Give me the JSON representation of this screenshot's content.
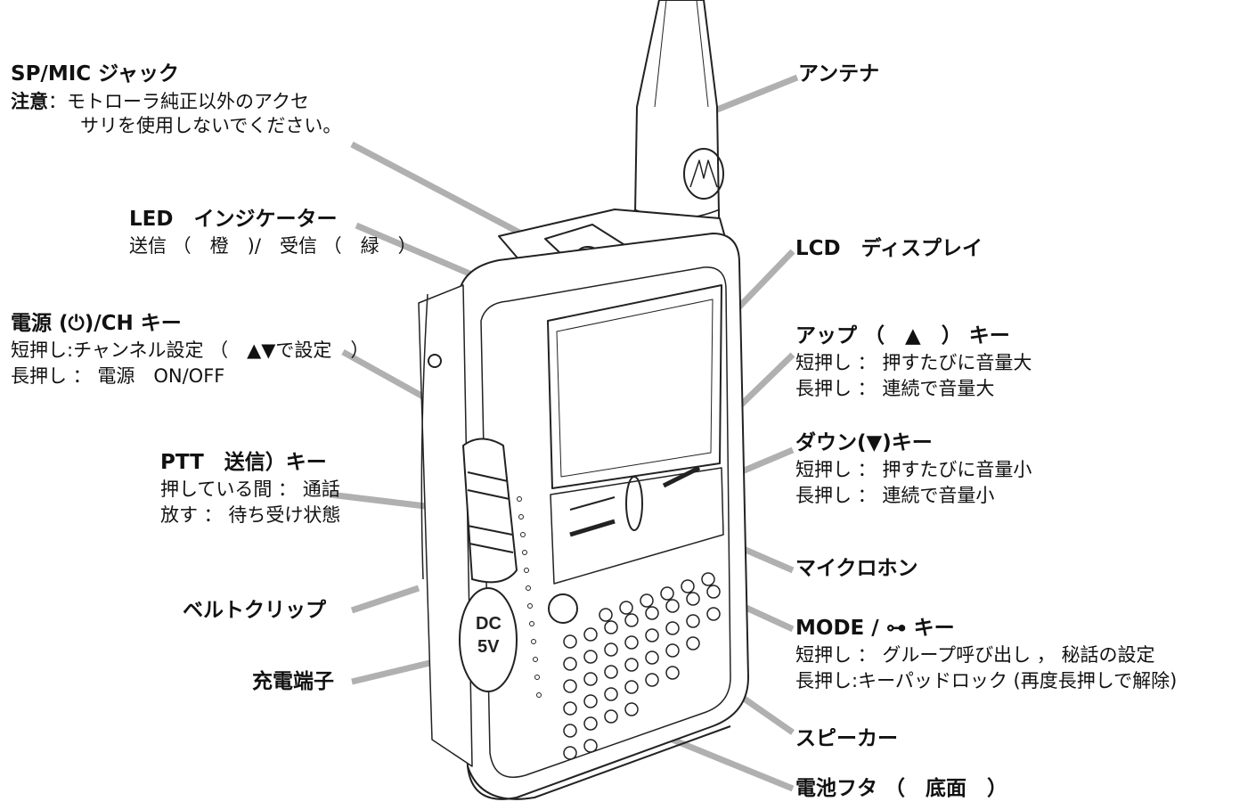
{
  "labels": {
    "sp_mic": {
      "title": "SP/MIC ジャック",
      "note_head": "注意",
      "note_line1": "：モトローラ純正以外のアクセ",
      "note_line2": "サリを使用しないでください。"
    },
    "led": {
      "title": "LED　インジケーター",
      "desc": "送信 （　橙　)/　受信 （　緑　）"
    },
    "power_ch": {
      "title": "電源 (⏻)/CH キー",
      "line1": "短押し:チャンネル設定 （　▲▼で設定　）",
      "line2": "長押し ： 電源　ON/OFF"
    },
    "ptt": {
      "title": "PTT　送信）キー",
      "line1": "押している間 ： 通話",
      "line2": "放す ： 待ち受け状態"
    },
    "belt_clip": {
      "title": "ベルトクリップ"
    },
    "charge": {
      "title": "充電端子"
    },
    "antenna": {
      "title": "アンテナ"
    },
    "lcd": {
      "title": "LCD　ディスプレイ"
    },
    "up_key": {
      "title": "アップ （　▲　） キー",
      "line1": "短押し ： 押すたびに音量大",
      "line2": "長押し ： 連続で音量大"
    },
    "down_key": {
      "title": "ダウン(▼)キー",
      "line1": "短押し ： 押すたびに音量小",
      "line2": "長押し ： 連続で音量小"
    },
    "microphone": {
      "title": "マイクロホン"
    },
    "mode_key": {
      "title": "MODE / ⊶ キー",
      "line1": "短押し ： グループ呼び出し ， 秘話の設定",
      "line2": "長押し:キーパッドロック (再度長押しで解除)"
    },
    "speaker": {
      "title": "スピーカー"
    },
    "battery_cover": {
      "title": "電池フタ （　底面　）"
    }
  },
  "device": {
    "dc_label_top": "DC",
    "dc_label_bottom": "5V"
  }
}
